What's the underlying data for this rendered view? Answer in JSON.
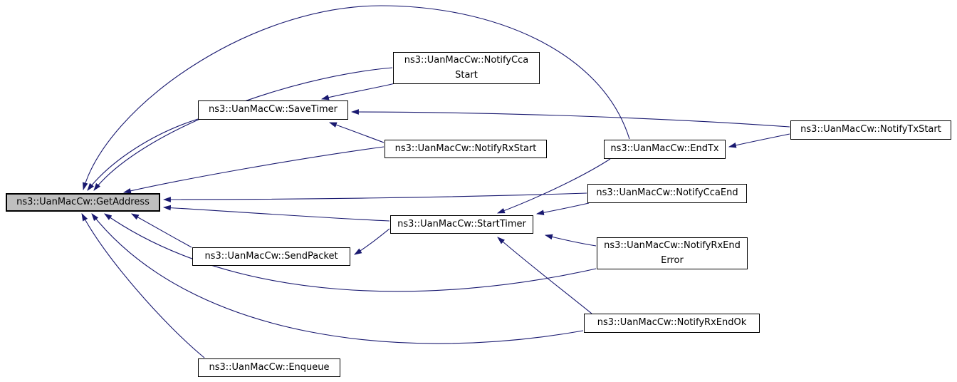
{
  "diagram": {
    "kind": "doxygen-caller-graph",
    "edge_color": "#191970",
    "node_fill": "#ffffff",
    "highlight_fill": "#bfbfbf",
    "nodes": {
      "getaddress": {
        "label": "ns3::UanMacCw::GetAddress",
        "highlighted": true
      },
      "notifyccastart": {
        "label": "ns3::UanMacCw::NotifyCca\nStart"
      },
      "savetimer": {
        "label": "ns3::UanMacCw::SaveTimer"
      },
      "notifyrxstart": {
        "label": "ns3::UanMacCw::NotifyRxStart"
      },
      "endtx": {
        "label": "ns3::UanMacCw::EndTx"
      },
      "notifytxstart": {
        "label": "ns3::UanMacCw::NotifyTxStart"
      },
      "notifyccaend": {
        "label": "ns3::UanMacCw::NotifyCcaEnd"
      },
      "starttimer": {
        "label": "ns3::UanMacCw::StartTimer"
      },
      "notifyrxenderror": {
        "label": "ns3::UanMacCw::NotifyRxEnd\nError"
      },
      "sendpacket": {
        "label": "ns3::UanMacCw::SendPacket"
      },
      "notifyrxendok": {
        "label": "ns3::UanMacCw::NotifyRxEndOk"
      },
      "enqueue": {
        "label": "ns3::UanMacCw::Enqueue"
      }
    },
    "edges": [
      {
        "from": "endtx",
        "to": "getaddress"
      },
      {
        "from": "notifyccastart",
        "to": "getaddress"
      },
      {
        "from": "savetimer",
        "to": "getaddress"
      },
      {
        "from": "notifyrxstart",
        "to": "getaddress"
      },
      {
        "from": "notifyccaend",
        "to": "getaddress"
      },
      {
        "from": "starttimer",
        "to": "getaddress"
      },
      {
        "from": "sendpacket",
        "to": "getaddress"
      },
      {
        "from": "notifyrxenderror",
        "to": "getaddress"
      },
      {
        "from": "notifyrxendok",
        "to": "getaddress"
      },
      {
        "from": "enqueue",
        "to": "getaddress"
      },
      {
        "from": "notifyccastart",
        "to": "savetimer"
      },
      {
        "from": "notifytxstart",
        "to": "savetimer"
      },
      {
        "from": "notifyrxstart",
        "to": "savetimer"
      },
      {
        "from": "notifytxstart",
        "to": "endtx"
      },
      {
        "from": "endtx",
        "to": "starttimer"
      },
      {
        "from": "notifyccaend",
        "to": "starttimer"
      },
      {
        "from": "notifyrxenderror",
        "to": "starttimer"
      },
      {
        "from": "notifyrxendok",
        "to": "starttimer"
      },
      {
        "from": "starttimer",
        "to": "sendpacket"
      }
    ]
  }
}
